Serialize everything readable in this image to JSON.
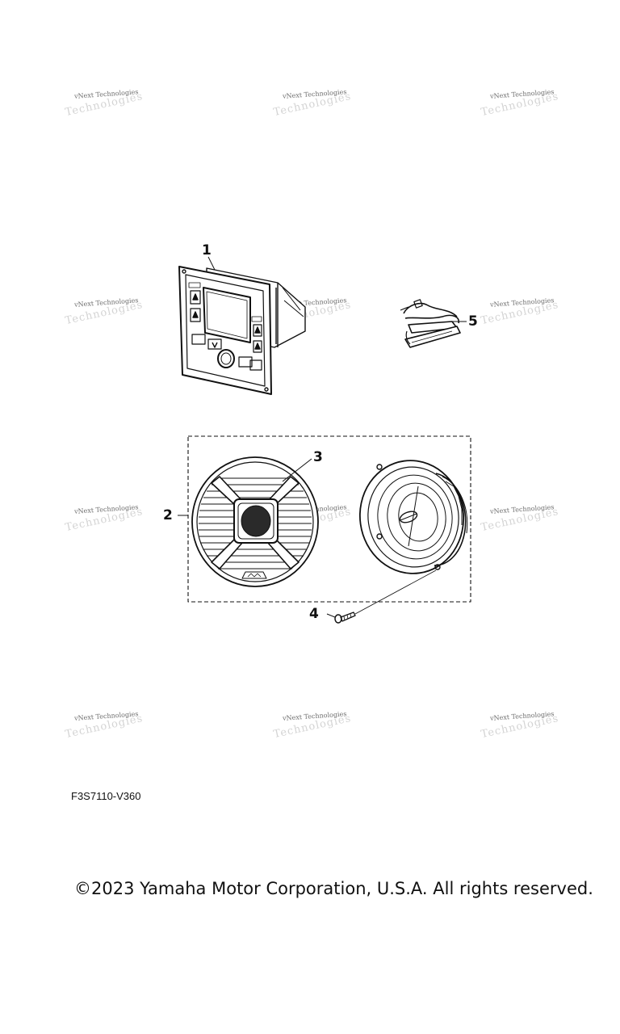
{
  "callouts": [
    {
      "id": "1",
      "label": "1"
    },
    {
      "id": "2",
      "label": "2"
    },
    {
      "id": "3",
      "label": "3"
    },
    {
      "id": "4",
      "label": "4"
    },
    {
      "id": "5",
      "label": "5"
    }
  ],
  "watermark": {
    "line1": "vNext Technologies",
    "line2": "Technologies"
  },
  "drawing_code": "F3S7110-V360",
  "copyright": "©2023 Yamaha Motor Corporation, U.S.A. All rights reserved."
}
